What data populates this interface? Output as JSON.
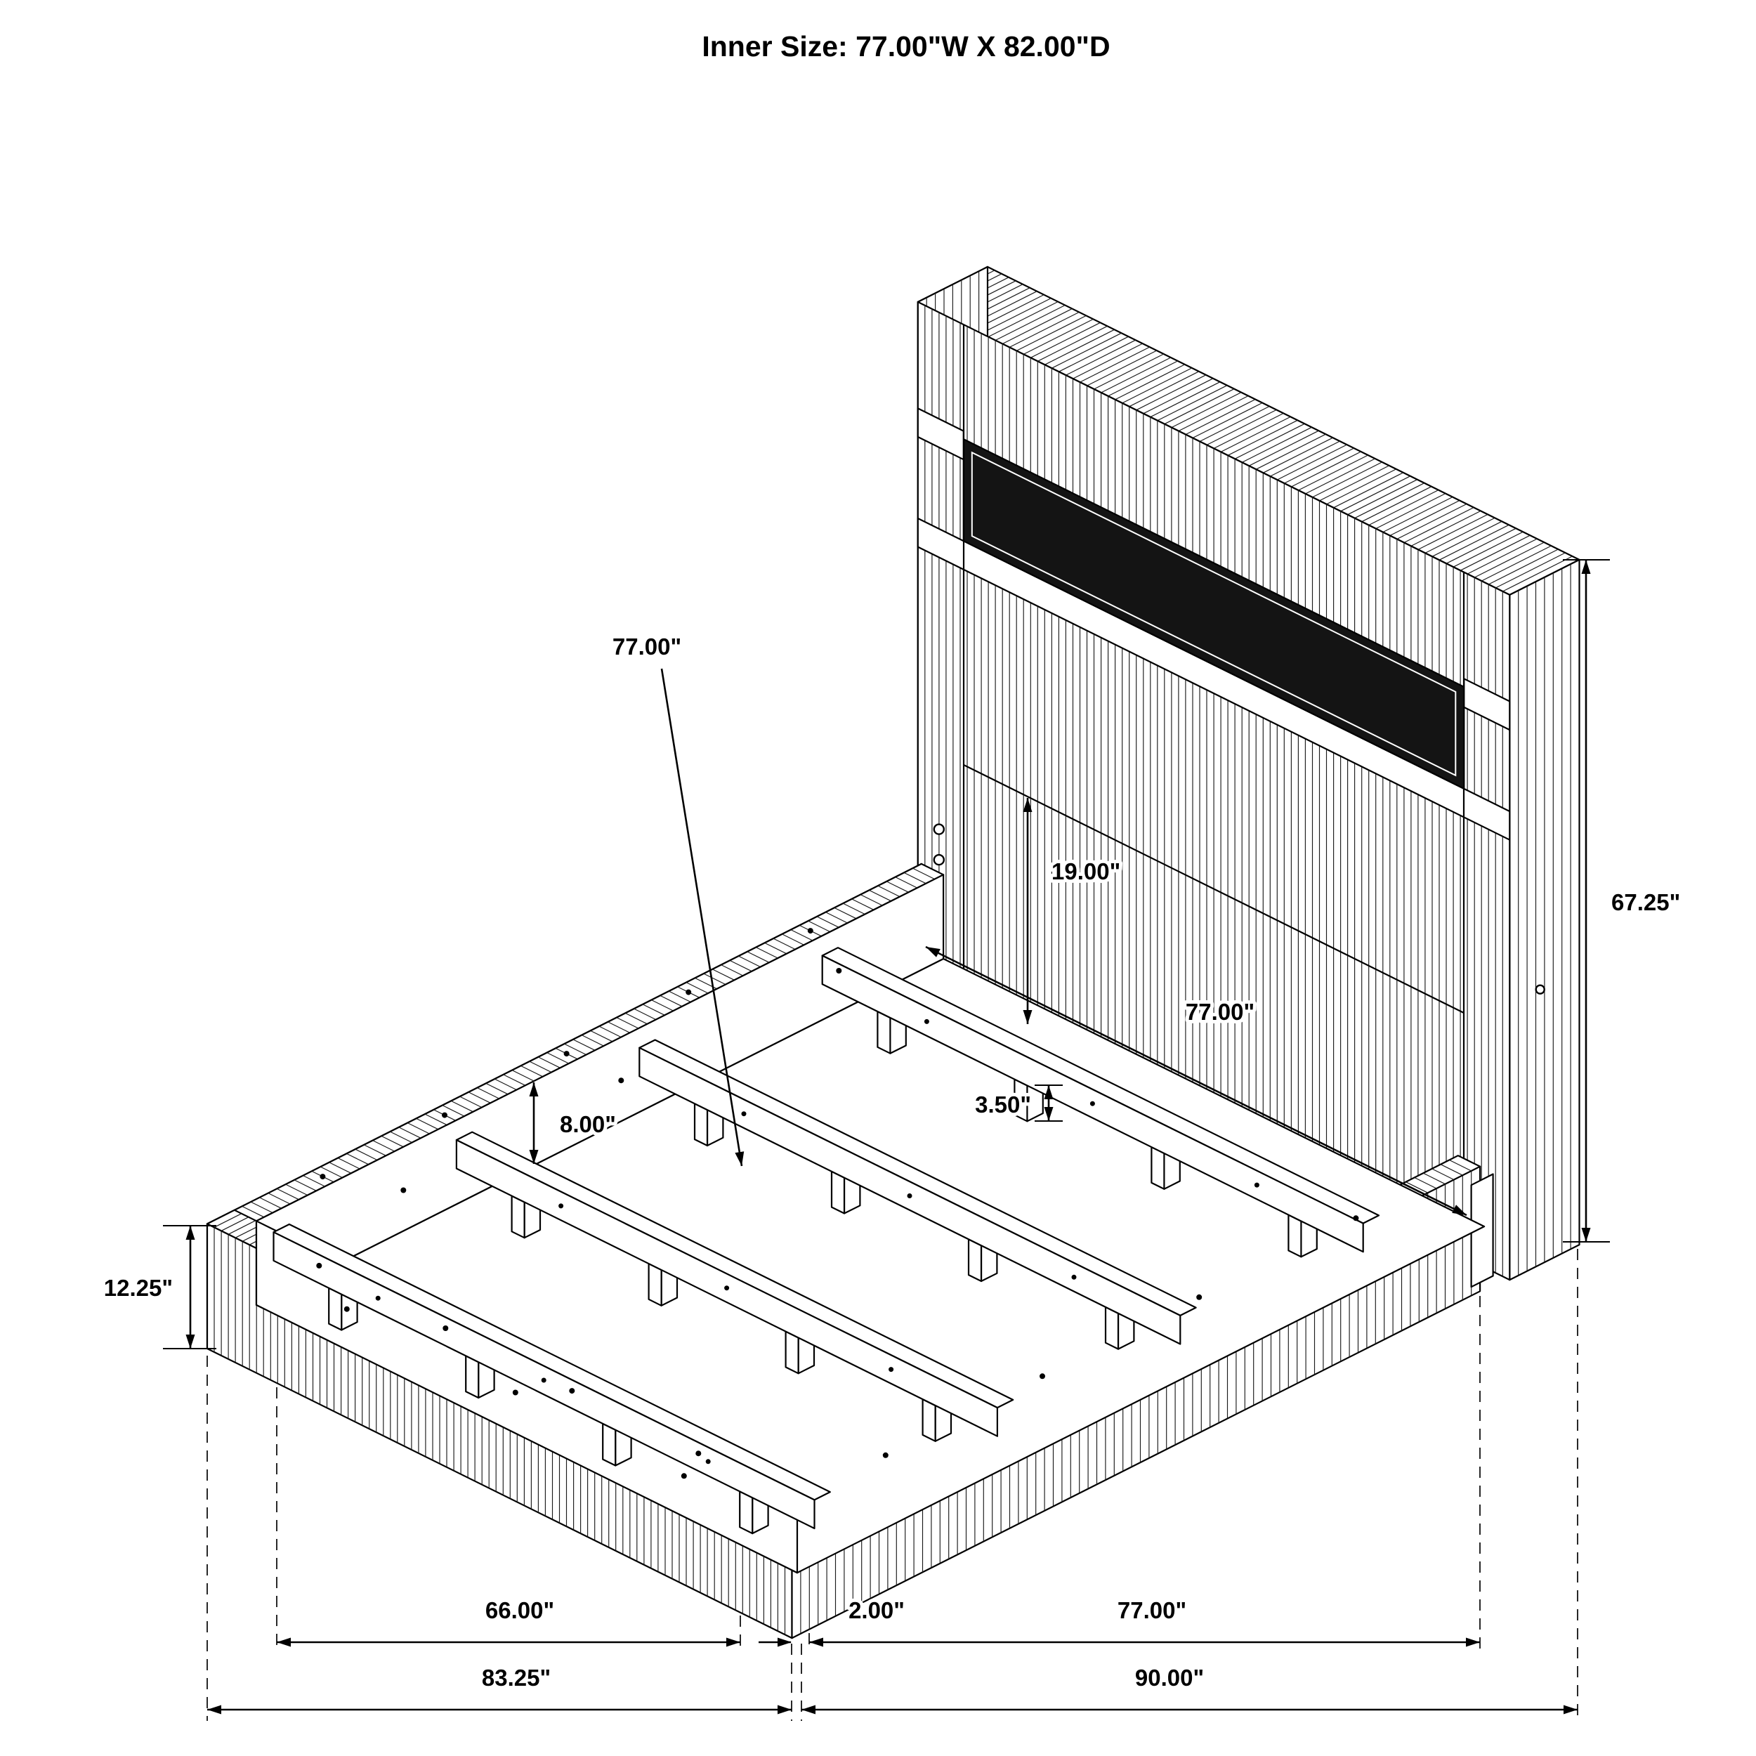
{
  "title": "Inner Size: 77.00\"W X 82.00\"D",
  "dimensions": {
    "slat_length": "77.00\"",
    "headboard_panel_height": "19.00\"",
    "inner_width_at_headboard": "77.00\"",
    "slat_foot_height": "3.50\"",
    "rail_to_deck_height": "8.00\"",
    "headboard_height": "67.25\"",
    "platform_height": "12.25\"",
    "front_inner_width": "66.00\"",
    "side_rail_offset": "2.00\"",
    "side_rail_length": "77.00\"",
    "overall_width": "83.25\"",
    "overall_depth": "90.00\""
  },
  "colors": {
    "line": "#000000",
    "window_fill": "#141414",
    "background": "#ffffff"
  }
}
